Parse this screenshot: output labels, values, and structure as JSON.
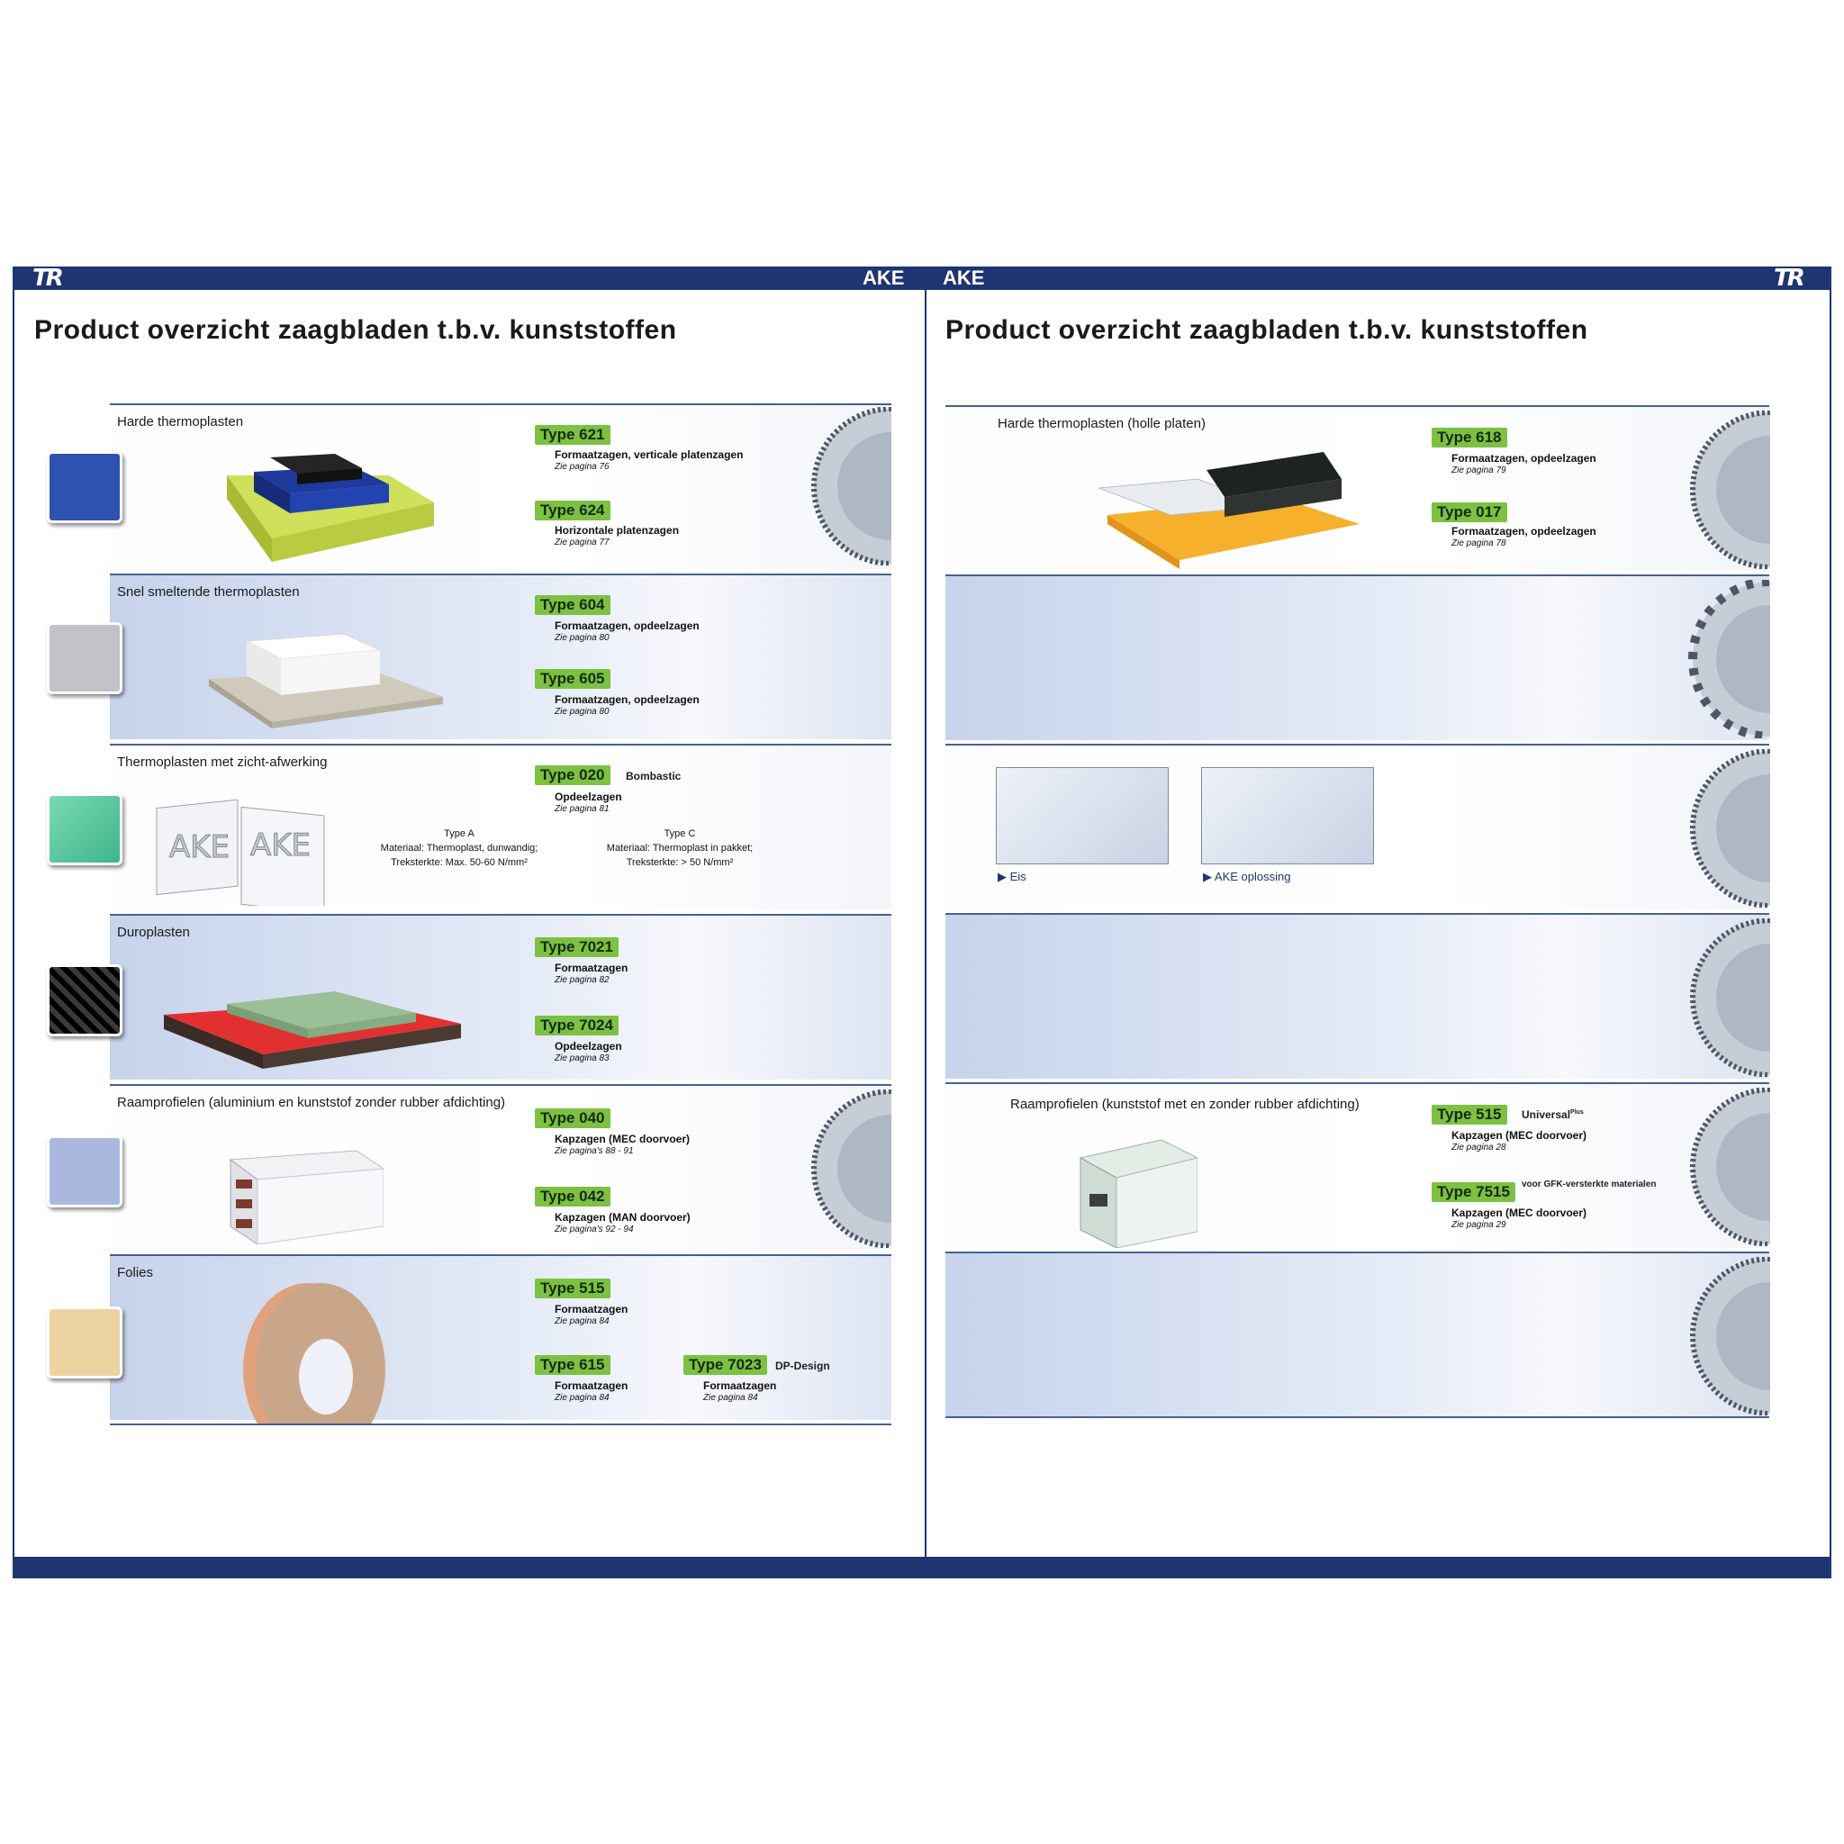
{
  "brand": {
    "left": "AKE",
    "right": "AKE",
    "logo": "TR"
  },
  "colors": {
    "accent_bar": "#1f3571",
    "type_badge": "#7cc142"
  },
  "left_page": {
    "title": "Product overzicht zaagbladen t.b.v. kunststoffen",
    "rows": [
      {
        "label": "Harde thermoplasten",
        "swatch": "#2e52b0",
        "types": [
          {
            "badge": "Type 621",
            "l1": "Formaatzagen, verticale platenzagen",
            "l2": "Zie pagina 76"
          },
          {
            "badge": "Type 624",
            "l1": "Horizontale platenzagen",
            "l2": "Zie pagina 77"
          }
        ]
      },
      {
        "label": "Snel smeltende thermoplasten",
        "swatch": "#c2c3c8",
        "types": [
          {
            "badge": "Type 604",
            "l1": "Formaatzagen, opdeelzagen",
            "l2": "Zie pagina 80"
          },
          {
            "badge": "Type 605",
            "l1": "Formaatzagen, opdeelzagen",
            "l2": "Zie pagina 80"
          }
        ]
      },
      {
        "label": "Thermoplasten met zicht-afwerking",
        "swatch": "#5fc9a0",
        "types": [
          {
            "badge": "Type 020",
            "extra": "Bombastic",
            "l1": "Opdeelzagen",
            "l2": "Zie pagina 81"
          }
        ],
        "notes": [
          {
            "head": "Type A",
            "line1": "Materiaal: Thermoplast, dunwandig;",
            "line2": "Treksterkte: Max. 50-60 N/mm²"
          },
          {
            "head": "Type C",
            "line1": "Materiaal: Thermoplast in pakket;",
            "line2": "Treksterkte: > 50 N/mm²"
          }
        ]
      },
      {
        "label": "Duroplasten",
        "swatch": "#111111",
        "types": [
          {
            "badge": "Type 7021",
            "l1": "Formaatzagen",
            "l2": "Zie pagina 82"
          },
          {
            "badge": "Type 7024",
            "l1": "Opdeelzagen",
            "l2": "Zie pagina 83"
          }
        ]
      },
      {
        "label": "Raamprofielen (aluminium en kunststof zonder rubber afdichting)",
        "swatch": "#aab8e0",
        "types": [
          {
            "badge": "Type 040",
            "l1": "Kapzagen (MEC doorvoer)",
            "l2": "Zie pagina's 88 - 91"
          },
          {
            "badge": "Type 042",
            "l1": "Kapzagen (MAN doorvoer)",
            "l2": "Zie pagina's  92 - 94"
          }
        ]
      },
      {
        "label": "Folies",
        "swatch": "#ecd3a0",
        "types": [
          {
            "badge": "Type 515",
            "l1": "Formaatzagen",
            "l2": "Zie pagina 84"
          },
          {
            "badge": "Type 615",
            "l1": "Formaatzagen",
            "l2": "Zie pagina 84"
          },
          {
            "badge": "Type 7023",
            "extra": "DP-Design",
            "l1": "Formaatzagen",
            "l2": "Zie pagina 84"
          }
        ]
      }
    ]
  },
  "right_page": {
    "title": "Product overzicht zaagbladen t.b.v. kunststoffen",
    "row1": {
      "label": "Harde thermoplasten (holle platen)",
      "types": [
        {
          "badge": "Type 618",
          "l1": "Formaatzagen, opdeelzagen",
          "l2": "Zie pagina 79"
        },
        {
          "badge": "Type 017",
          "l1": "Formaatzagen, opdeelzagen",
          "l2": "Zie pagina 78"
        }
      ]
    },
    "row3": {
      "links": [
        "Eis",
        "AKE oplossing"
      ]
    },
    "row5": {
      "label": "Raamprofielen (kunststof met en zonder rubber afdichting)",
      "types": [
        {
          "badge": "Type 515",
          "extra": "Universal",
          "extra_sup": "Plus",
          "l1": "Kapzagen (MEC doorvoer)",
          "l2": "Zie pagina 28"
        },
        {
          "badge": "Type 7515",
          "extra": "voor GFK-versterkte materialen",
          "l1": "Kapzagen (MEC doorvoer)",
          "l2": "Zie pagina 29"
        }
      ]
    }
  }
}
